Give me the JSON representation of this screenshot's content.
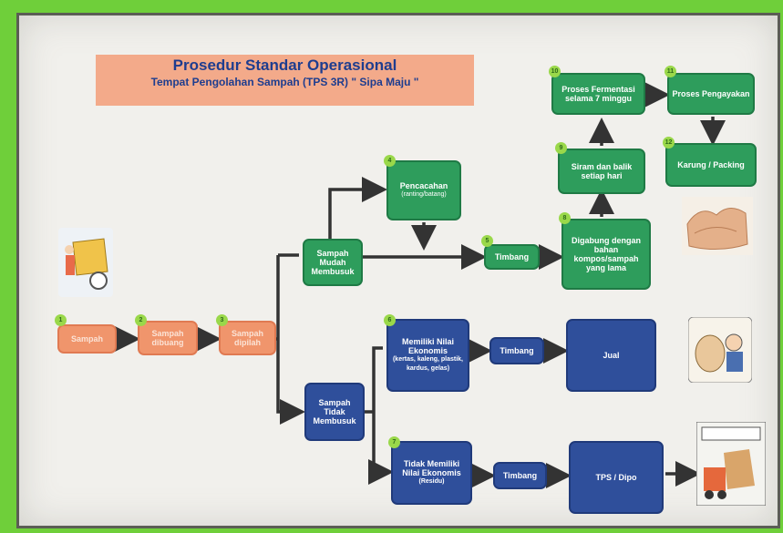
{
  "title": {
    "main": "Prosedur Standar Operasional",
    "sub": "Tempat Pengolahan Sampah (TPS 3R) \" Sipa Maju \""
  },
  "steps": {
    "sampah": "Sampah",
    "dibuang": "Sampah dibuang",
    "dipilah": "Sampah dipilah",
    "mudah_membusuk": "Sampah Mudah Membusuk",
    "tidak_membusuk": "Sampah Tidak Membusuk",
    "pencacahan": "Pencacahan",
    "pencacahan_detail": "(ranting/batang)",
    "timbang_1": "Timbang",
    "digabung": "Digabung dengan bahan kompos/sampah yang lama",
    "siram": "Siram dan balik setiap hari",
    "fermentasi": "Proses Fermentasi selama 7 minggu",
    "pengayakan": "Proses Pengayakan",
    "karung": "Karung / Packing",
    "bernilai": "Memiliki Nilai Ekonomis",
    "bernilai_detail": "(kertas, kaleng, plastik, kardus, gelas)",
    "timbang_2": "Timbang",
    "jual": "Jual",
    "tidak_bernilai": "Tidak Memiliki Nilai Ekonomis",
    "tidak_bernilai_detail": "(Residu)",
    "timbang_3": "Timbang",
    "tps": "TPS / Dipo"
  },
  "numbers": {
    "n1": "1",
    "n2": "2",
    "n3": "3",
    "n4": "4",
    "n5": "5",
    "n6": "6",
    "n7": "7",
    "n8": "8",
    "n9": "9",
    "n10": "10",
    "n11": "11",
    "n12": "12"
  },
  "colors": {
    "green": "#2e9d5c",
    "blue": "#2f4f9b",
    "orange": "#f0956c",
    "title_band": "#f2a585",
    "title_text": "#1e3d8f",
    "wall": "#6fcf3a"
  },
  "icons": [
    "garbage-cart-icon",
    "compost-bags-icon",
    "recycle-sack-icon",
    "dump-truck-icon"
  ]
}
